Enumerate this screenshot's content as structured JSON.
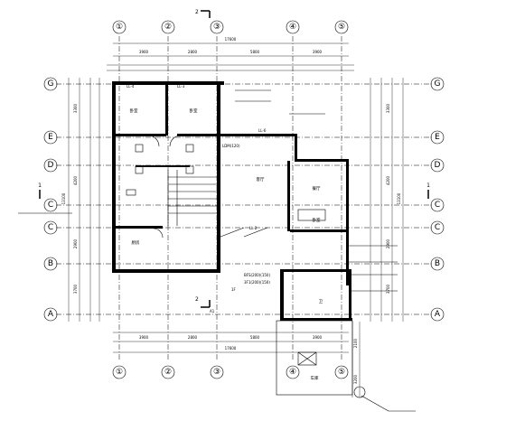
{
  "axes_top": [
    "①",
    "②",
    "③",
    "④",
    "⑤"
  ],
  "axes_bottom": [
    "①",
    "②",
    "③",
    "④",
    "⑤"
  ],
  "axes_left": [
    "G",
    "E",
    "D",
    "C",
    "C",
    "B",
    "A"
  ],
  "axes_right": [
    "G",
    "E",
    "D",
    "C",
    "C",
    "B",
    "A"
  ],
  "section_top": "2",
  "section_bottom": "2",
  "section_left": "1",
  "section_right": "1",
  "dims": {
    "total_top": "17600",
    "total_bottom": "17600",
    "top_row": [
      "3900",
      "2800",
      "5800",
      "3900"
    ],
    "bottom_row": [
      "3900",
      "2800",
      "5800",
      "3900"
    ],
    "left_total": "13100",
    "right_total": "13100",
    "left_row": [
      "3300",
      "4200",
      "2900",
      "3700"
    ],
    "right_row": [
      "3300",
      "4200",
      "2900",
      "3700"
    ],
    "bot_ext": [
      "2100",
      "3200"
    ]
  },
  "rooms": {
    "r1": "卧室",
    "r2": "卧室",
    "r3": "客厅",
    "r4": "餐厅",
    "r5": "厨房",
    "r6": "卧室",
    "r7": "车库",
    "r8": "卫"
  },
  "labels": {
    "beam_a": "LL-4",
    "beam_b": "LL-6",
    "beam_c": "LL-2",
    "beam_d": "LL-3",
    "slab_note": "LDM(120)",
    "note_right": "BFS(200)(150)",
    "note_right2": "3F1(200)(150)",
    "leader_1": "1F",
    "section_mark": "A1"
  }
}
